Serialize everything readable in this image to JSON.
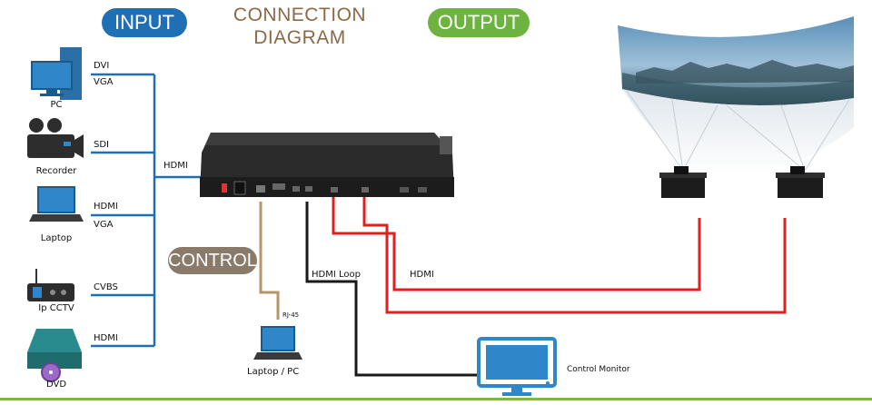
{
  "header": {
    "input_label": "INPUT",
    "title_line1": "CONNECTION",
    "title_line2": "DIAGRAM",
    "output_label": "OUTPUT",
    "control_label": "CONTROL"
  },
  "inputs": [
    {
      "device": "PC",
      "ports": [
        "DVI",
        "VGA"
      ],
      "icon": "pc-icon"
    },
    {
      "device": "Recorder",
      "ports": [
        "SDI"
      ],
      "icon": "camera-icon"
    },
    {
      "device": "Laptop",
      "ports": [
        "HDMI",
        "VGA"
      ],
      "icon": "laptop-icon"
    },
    {
      "device": "Ip CCTV",
      "ports": [
        "CVBS"
      ],
      "icon": "cctv-icon"
    },
    {
      "device": "DVD",
      "ports": [
        "HDMI"
      ],
      "icon": "dvd-icon"
    }
  ],
  "connections": {
    "input_bus": "HDMI",
    "rj45": "RJ-45",
    "hdmi_loop": "HDMI Loop",
    "hdmi_out": "HDMI"
  },
  "control": {
    "device": "Laptop / PC",
    "monitor": "Control Monitor"
  },
  "colors": {
    "input_blue": "#1f6fb5",
    "output_green": "#6cb33f",
    "control_brown": "#8a7a6a",
    "title_brown": "#8b6a45",
    "line_blue": "#1f6fb5",
    "line_tan": "#b8946a",
    "line_black": "#1a1a1a",
    "line_red": "#e02020",
    "device_blue": "#2f86c8"
  }
}
